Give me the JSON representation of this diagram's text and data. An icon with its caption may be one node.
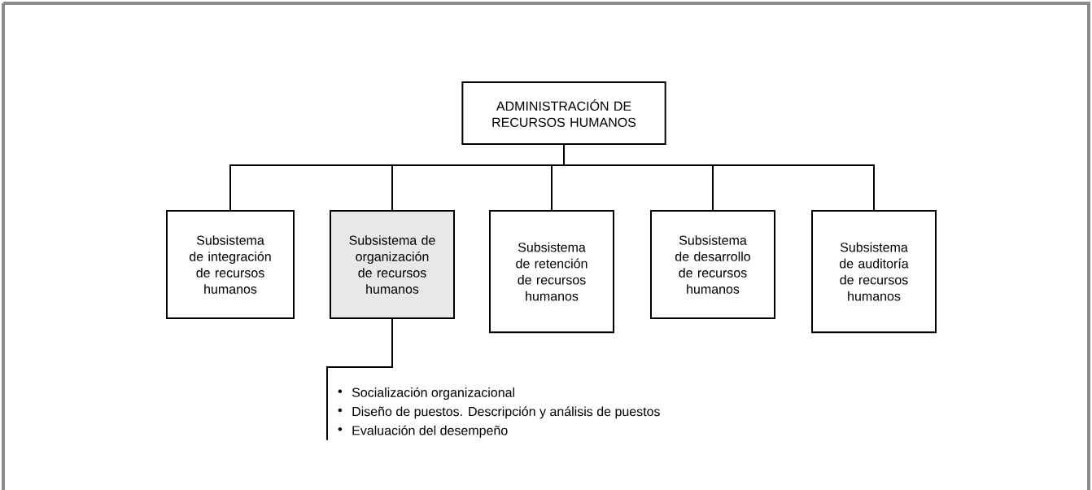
{
  "diagram": {
    "nodes": [
      {
        "text": [
          "ADMINISTRACIÓN DE RECURSOS HUMANOS"
        ]
      },
      {
        "text": [
          "Subsistema de integración de recursos humanos"
        ]
      },
      {
        "text": [
          "Subsistema de organización de recursos humanos"
        ]
      },
      {
        "text": [
          "Subsistema de retención de recursos humanos"
        ]
      },
      {
        "text": [
          "Subsistema de desarrollo de recursos humanos"
        ]
      },
      {
        "text": [
          "Subsistema de auditoría de recursos humanos"
        ]
      },
      {
        "text": [
          "Socialización organizacional",
          "Diseño de puestos. Descripción y análisis de puestos",
          "Evaluación del desempeño"
        ]
      }
    ],
    "edges": [
      {
        "from": 0,
        "to": 1,
        "arrow": "none"
      },
      {
        "from": 0,
        "to": 2,
        "arrow": "none"
      },
      {
        "from": 0,
        "to": 3,
        "arrow": "none"
      },
      {
        "from": 0,
        "to": 4,
        "arrow": "none"
      },
      {
        "from": 0,
        "to": 5,
        "arrow": "none"
      },
      {
        "from": 2,
        "to": 6,
        "arrow": "none"
      }
    ]
  }
}
